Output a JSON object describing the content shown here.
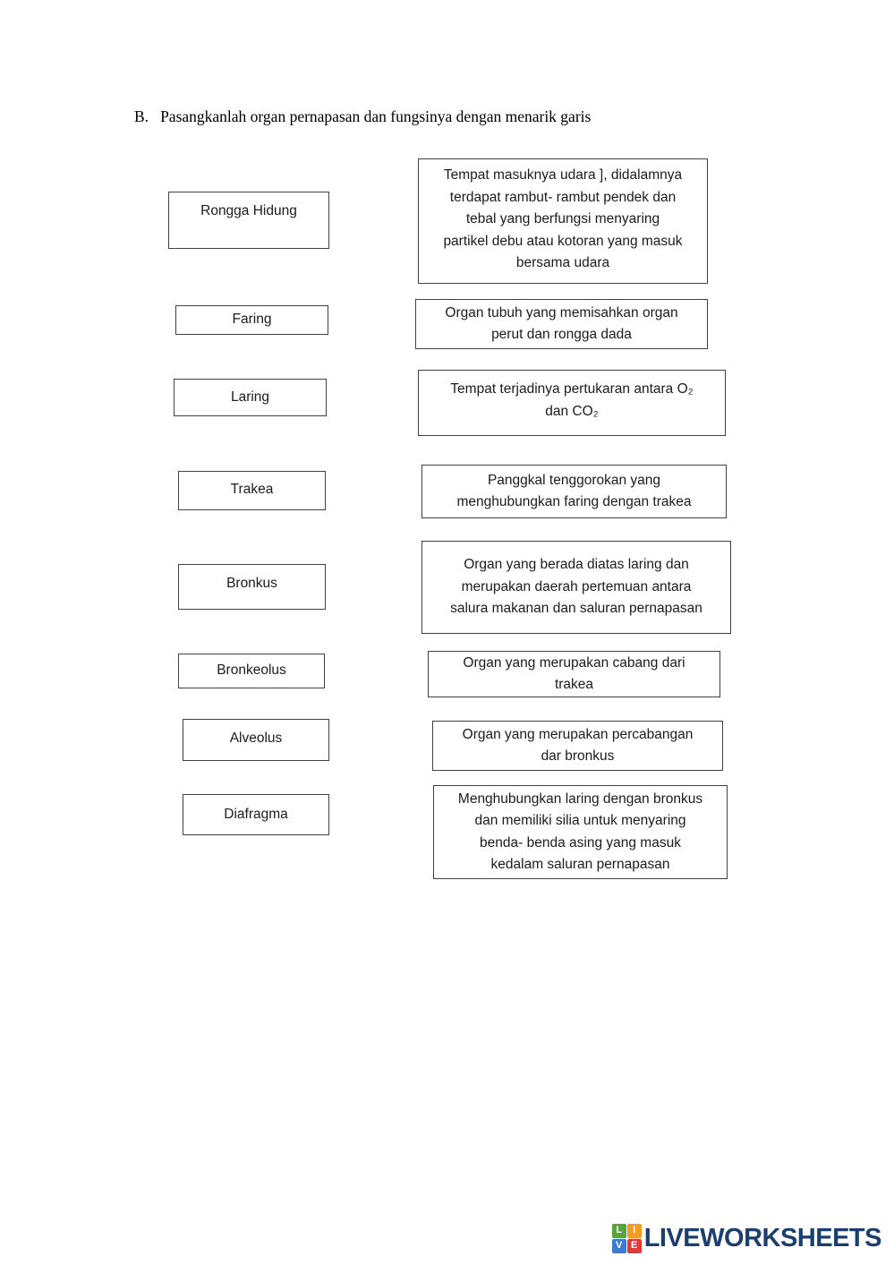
{
  "title": {
    "prefix": "B.",
    "text": "Pasangkanlah organ pernapasan dan fungsinya dengan menarik garis"
  },
  "organs": [
    {
      "label": "Rongga Hidung"
    },
    {
      "label": "Faring"
    },
    {
      "label": "Laring"
    },
    {
      "label": "Trakea"
    },
    {
      "label": "Bronkus"
    },
    {
      "label": "Bronkeolus"
    },
    {
      "label": "Alveolus"
    },
    {
      "label": "Diafragma"
    }
  ],
  "functions": [
    {
      "lines": [
        "Tempat masuknya udara ], didalamnya",
        "terdapat rambut- rambut pendek dan",
        "tebal yang berfungsi menyaring",
        "partikel debu atau kotoran yang masuk",
        "bersama udara"
      ]
    },
    {
      "lines": [
        "Organ tubuh yang memisahkan organ",
        "perut dan rongga dada"
      ]
    },
    {
      "lines": [
        "Tempat terjadinya pertukaran antara O₂",
        "dan CO₂"
      ]
    },
    {
      "lines": [
        "Panggkal tenggorokan yang",
        "menghubungkan faring dengan trakea"
      ]
    },
    {
      "lines": [
        "Organ yang berada diatas laring dan",
        "merupakan daerah pertemuan antara",
        "salura makanan dan saluran pernapasan"
      ]
    },
    {
      "lines": [
        "Organ yang merupakan cabang dari",
        "trakea"
      ]
    },
    {
      "lines": [
        "Organ yang merupakan percabangan",
        "dar bronkus"
      ]
    },
    {
      "lines": [
        "Menghubungkan laring dengan bronkus",
        "dan memiliki silia untuk menyaring",
        "benda- benda asing yang masuk",
        "kedalam saluran pernapasan"
      ]
    }
  ],
  "footer": {
    "brand": "LIVEWORKSHEETS",
    "brand_color": "#1b3e6e",
    "icon": {
      "squares": [
        {
          "letter": "L",
          "color": "#56a43a"
        },
        {
          "letter": "I",
          "color": "#f59b22"
        },
        {
          "letter": "V",
          "color": "#3a7bd5"
        },
        {
          "letter": "E",
          "color": "#e03a3a"
        }
      ]
    }
  }
}
